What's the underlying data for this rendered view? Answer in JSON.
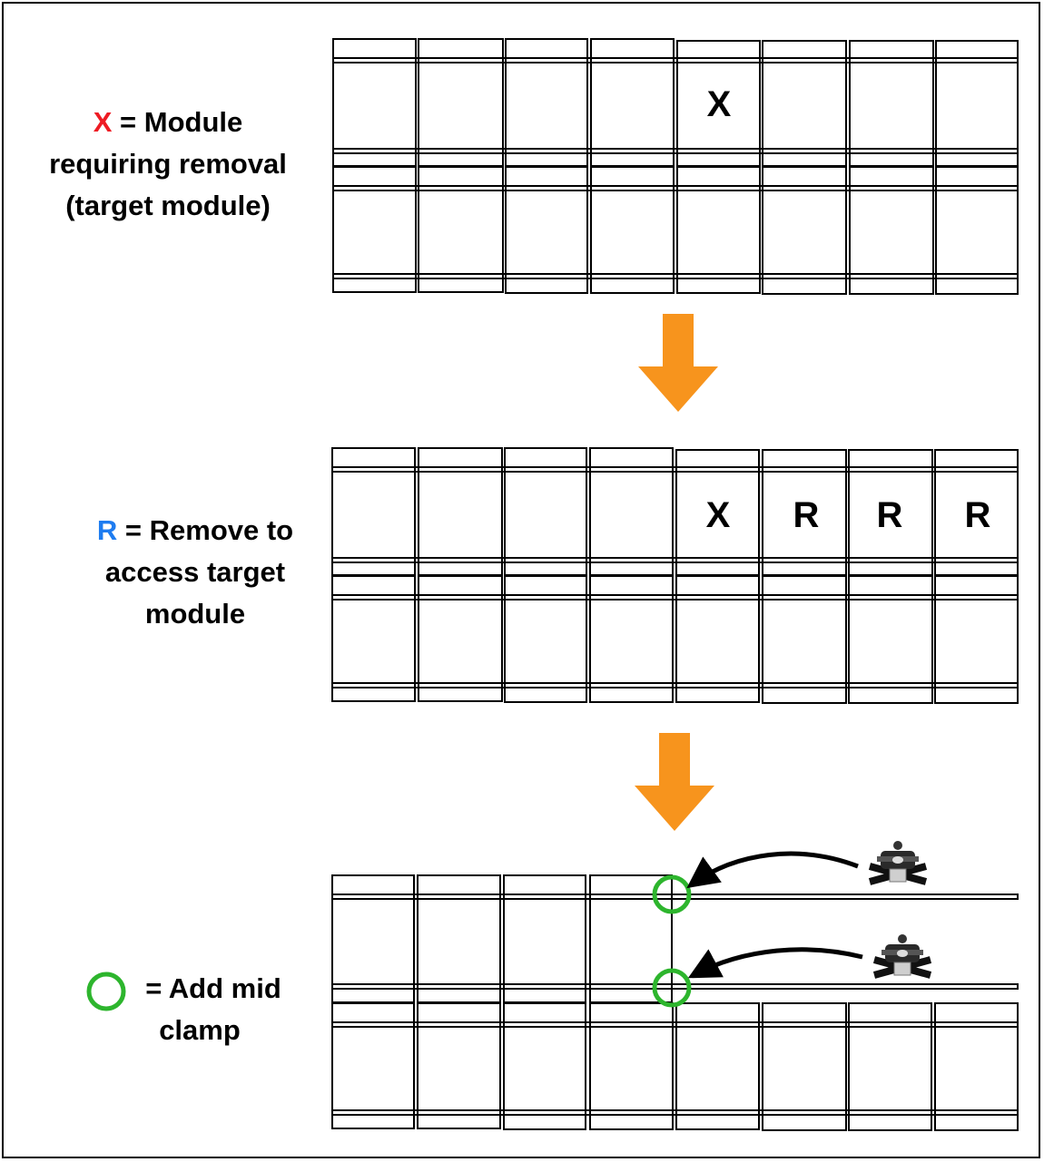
{
  "legend_x": {
    "symbol": "X",
    "text": "= Module requiring removal (target module)",
    "line1": "= Module",
    "line2": "requiring removal",
    "line3": "(target module)"
  },
  "legend_r": {
    "symbol": "R",
    "line1": "= Remove to",
    "line2": "access target",
    "line3": "module"
  },
  "legend_clamp": {
    "line1": "= Add mid",
    "line2": "clamp"
  },
  "marks": {
    "x": "X",
    "r": "R"
  },
  "colors": {
    "x_mark": "#ee1c24",
    "r_mark": "#1e7cf0",
    "arrow": "#f7941d",
    "clamp_circle": "#2db52d",
    "outline": "#000000"
  },
  "icons": [
    "down-arrow-icon",
    "curved-arrow-icon",
    "mid-clamp-icon",
    "green-circle-icon"
  ]
}
